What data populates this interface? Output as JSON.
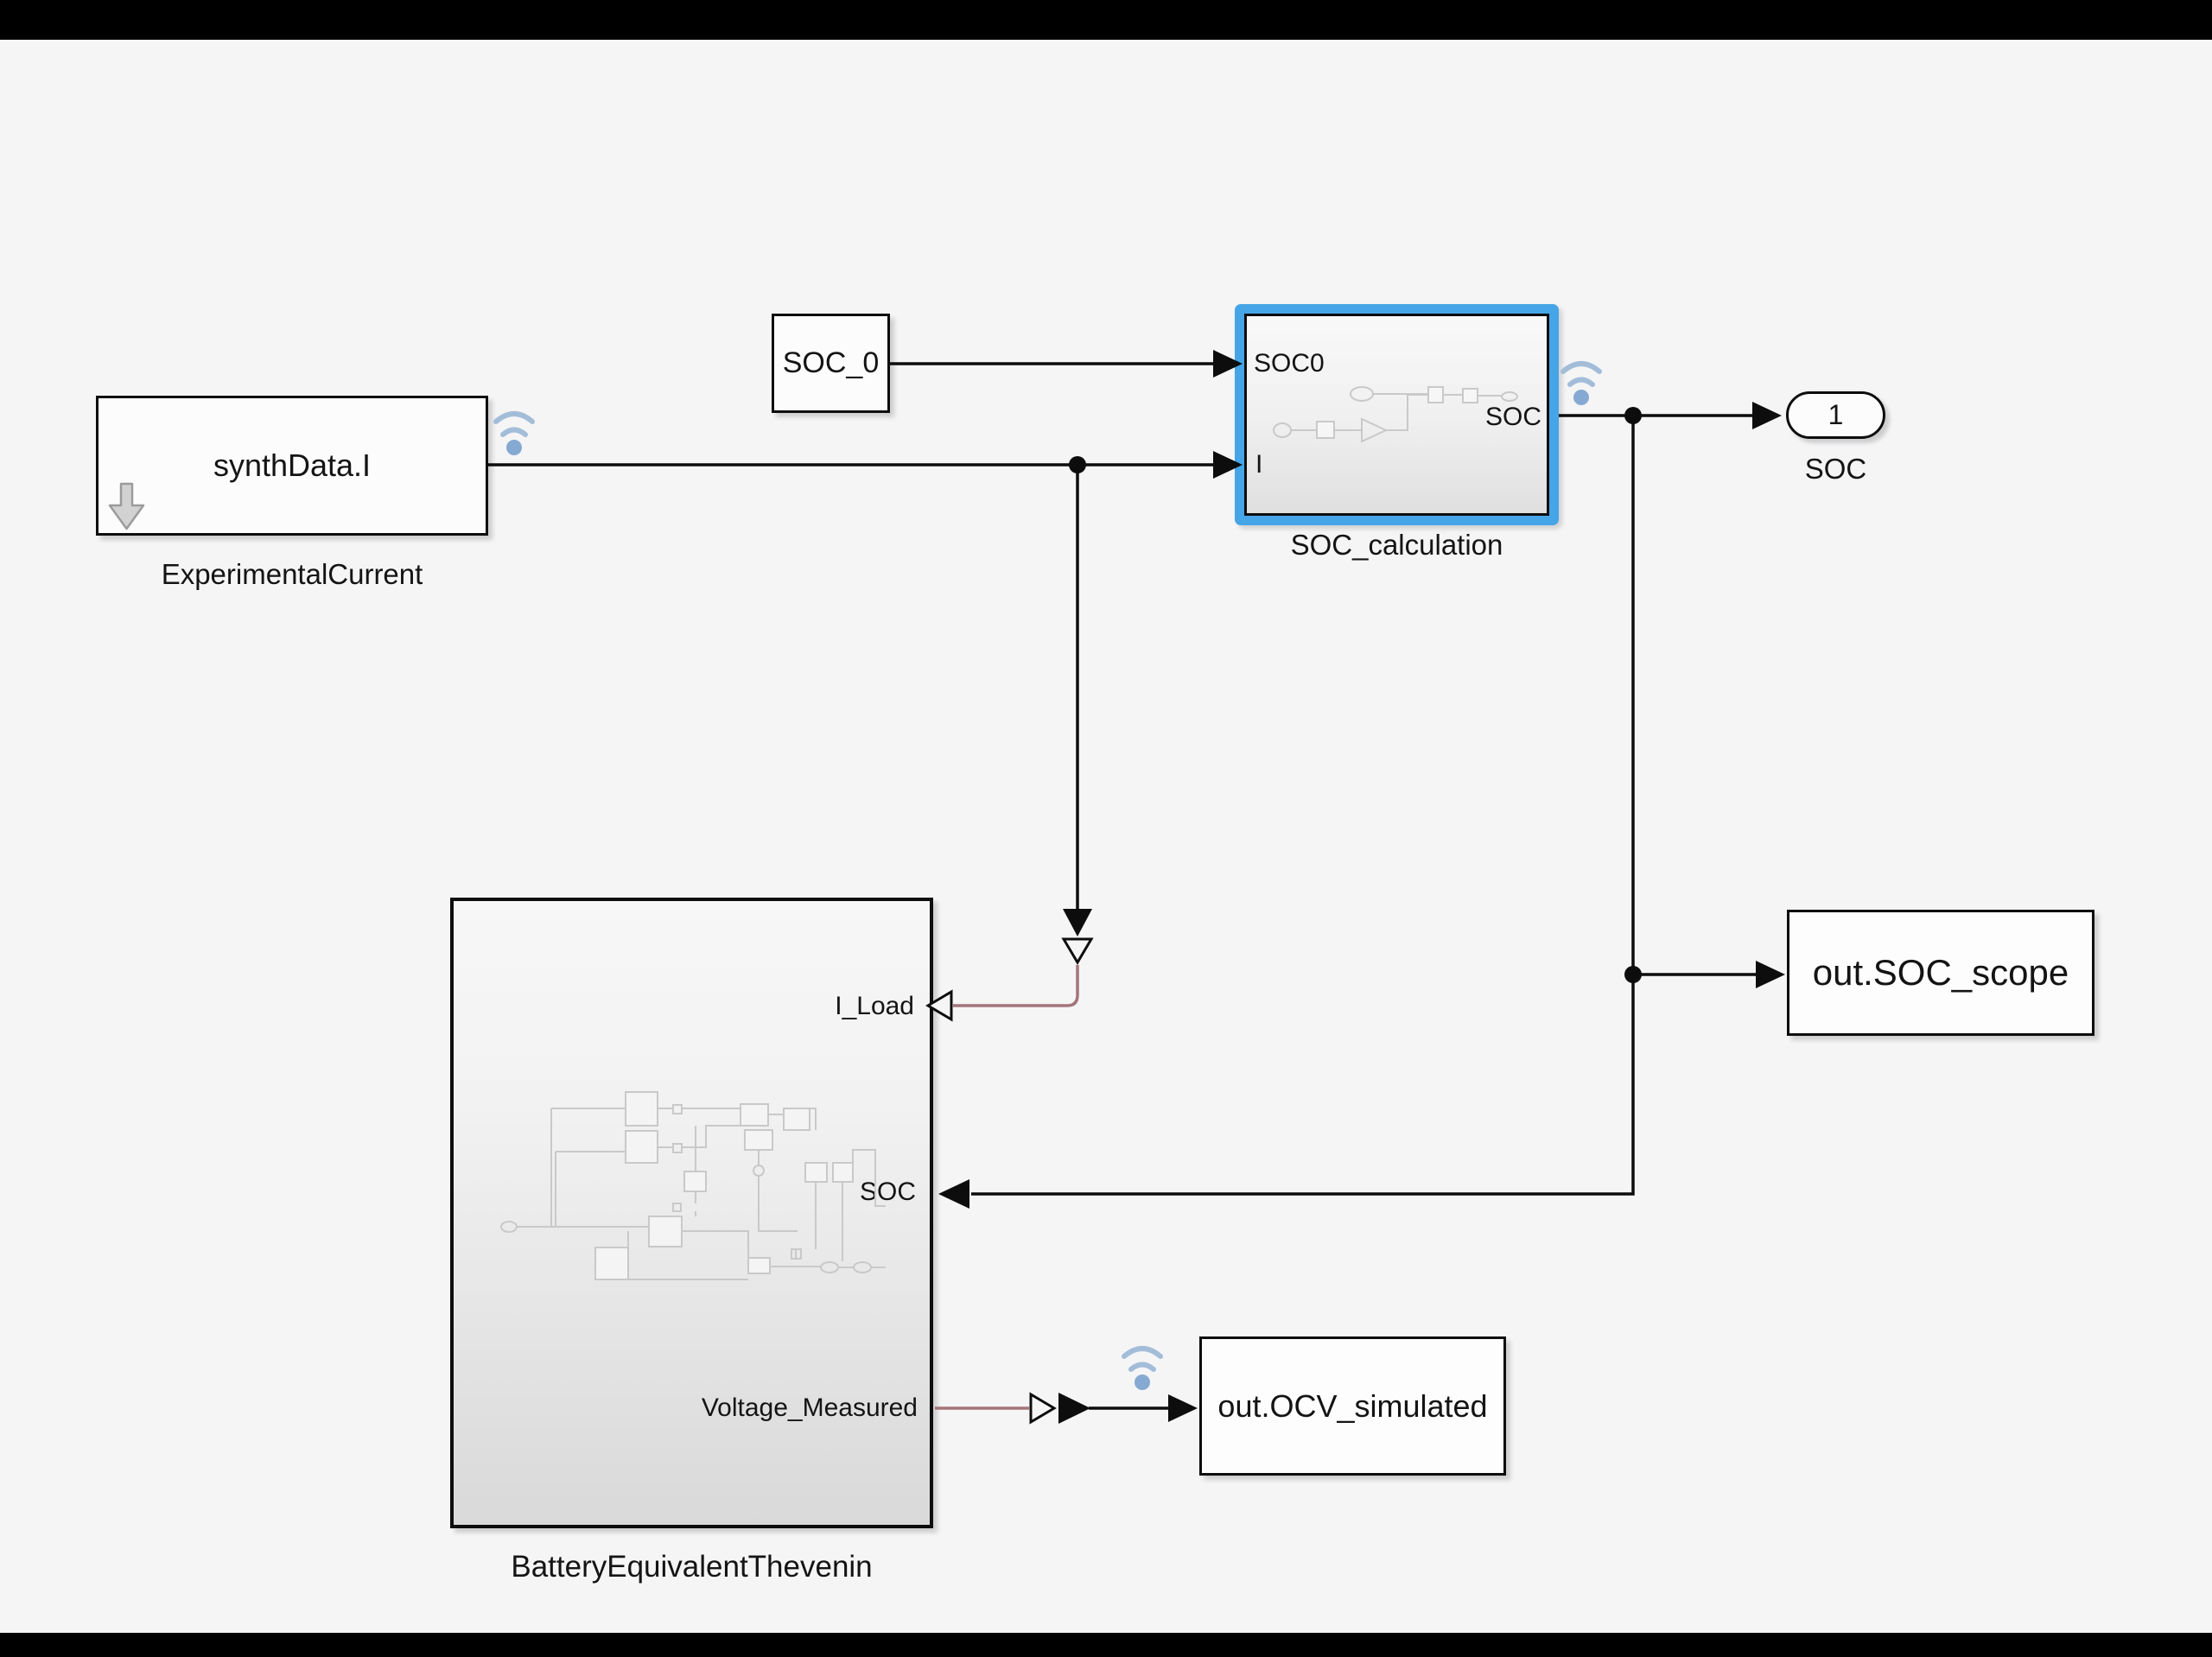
{
  "colors": {
    "selection_blue": "#45a5e6",
    "signal_maroon": "#a4747b",
    "wifi_arc": "#a3bdd9",
    "wifi_dot": "#86a9d3",
    "canvas_bg": "#f5f5f6"
  },
  "blocks": {
    "experimental_current": {
      "value": "synthData.I",
      "label": "ExperimentalCurrent"
    },
    "soc_0": {
      "value": "SOC_0"
    },
    "soc_calculation": {
      "label": "SOC_calculation",
      "port_in1": "SOC0",
      "port_in2": "I",
      "port_out1": "SOC"
    },
    "outport_soc": {
      "number": "1",
      "label": "SOC"
    },
    "soc_scope": {
      "value": "out.SOC_scope"
    },
    "battery": {
      "label": "BatteryEquivalentThevenin",
      "port_in1": "I_Load",
      "port_in2": "SOC",
      "port_out1": "Voltage_Measured"
    },
    "ocv_simulated": {
      "value": "out.OCV_simulated"
    }
  }
}
